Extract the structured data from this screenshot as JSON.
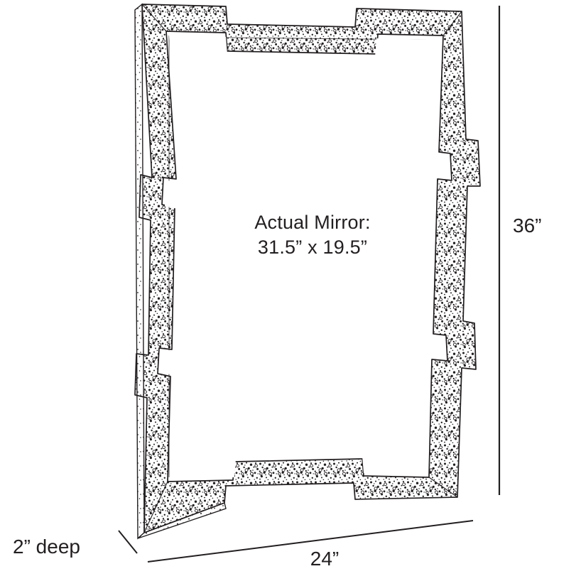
{
  "document": {
    "type": "product-dimension-drawing",
    "subject": "rectangular framed mirror with stepped notched frame",
    "background_color": "#ffffff",
    "line_color": "#231f20"
  },
  "center_label": {
    "line1": "Actual Mirror:",
    "line2": "31.5” x 19.5”"
  },
  "dimensions": {
    "height": {
      "label": "36”",
      "orientation": "vertical",
      "position": "right"
    },
    "width": {
      "label": "24”",
      "orientation": "horizontal",
      "position": "bottom"
    },
    "depth": {
      "label": "2” deep",
      "orientation": "leader",
      "position": "bottom-left"
    }
  },
  "frame": {
    "texture": "stipple-speckle",
    "face_fill": "#ffffff",
    "mirror_fill": "#ffffff",
    "stipple_color": "#231f20"
  }
}
